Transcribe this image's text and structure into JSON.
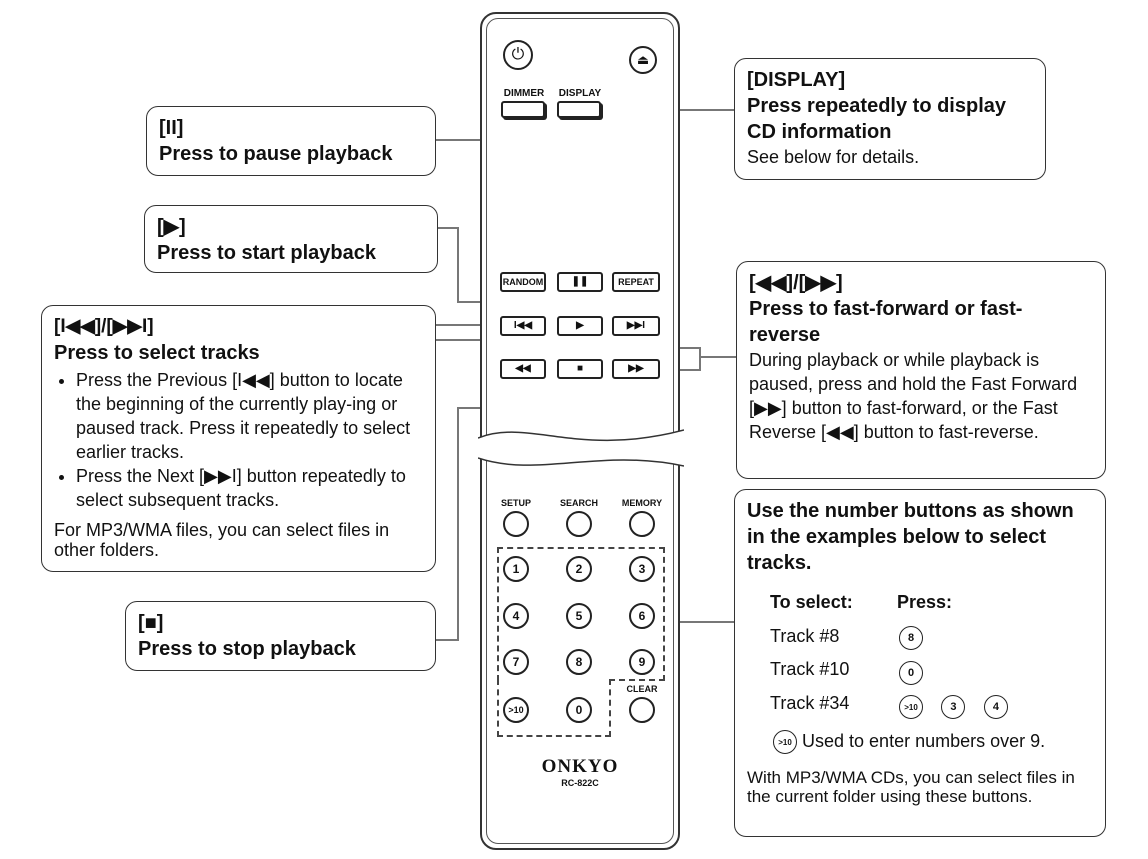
{
  "remote": {
    "power_symbol": "⏻",
    "eject_symbol": "⏏",
    "dimmer_label": "DIMMER",
    "display_label": "DISPLAY",
    "random_label": "RANDOM",
    "pause_symbol": "❚❚",
    "repeat_label": "REPEAT",
    "prev_symbol": "I◀◀",
    "play_symbol": "▶",
    "next_symbol": "▶▶I",
    "rew_symbol": "◀◀",
    "stop_symbol": "■",
    "ff_symbol": "▶▶",
    "setup_label": "SETUP",
    "search_label": "SEARCH",
    "memory_label": "MEMORY",
    "clear_label": "CLEAR",
    "numbers": [
      "1",
      "2",
      "3",
      "4",
      "5",
      "6",
      "7",
      "8",
      "9",
      ">10",
      "0"
    ],
    "brand": "ONKYO",
    "model": "RC-822C"
  },
  "callouts": {
    "pause": {
      "key": "[II]",
      "title": "Press to pause playback"
    },
    "play": {
      "key": "[▶]",
      "title": "Press to start playback"
    },
    "tracks": {
      "key": "[I◀◀]/[▶▶I]",
      "title": "Press to select tracks",
      "bullets": [
        "Press the Previous [I◀◀] button to locate the beginning of the currently play-ing or paused track. Press it repeatedly to select earlier tracks.",
        "Press the Next [▶▶I] button repeatedly to select subsequent tracks."
      ],
      "note": "For MP3/WMA files, you can select files in other folders."
    },
    "stop": {
      "key": "[■]",
      "title": "Press to stop playback"
    },
    "display": {
      "key": "[DISPLAY]",
      "title1": "Press repeatedly to display",
      "title2": "CD information",
      "text": "See below for details."
    },
    "fast": {
      "key": "[◀◀]/[▶▶]",
      "title": "Press to fast-forward or fast-reverse",
      "text": "During playback or while playback is paused, press and hold the Fast Forward [▶▶] button to fast-forward, or the Fast Reverse [◀◀] button to fast-reverse."
    },
    "numbers": {
      "title": "Use the number buttons as shown in the examples below to select tracks.",
      "col_select": "To select:",
      "col_press": "Press:",
      "rows": [
        {
          "track": "Track #8",
          "keys": [
            "8"
          ]
        },
        {
          "track": "Track #10",
          "keys": [
            "0"
          ]
        },
        {
          "track": "Track #34",
          "keys": [
            ">10",
            "3",
            "4"
          ]
        }
      ],
      "over9_key": ">10",
      "over9_text": "Used to enter numbers over 9.",
      "note": "With MP3/WMA CDs, you can select files in the current folder using these buttons."
    }
  }
}
